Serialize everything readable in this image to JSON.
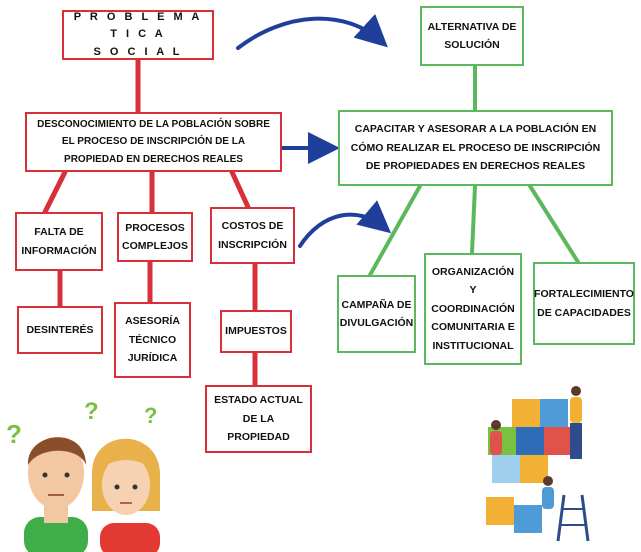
{
  "colors": {
    "problem": "#d8303a",
    "solution": "#5cb85c",
    "arrow": "#1f3f9a"
  },
  "problem": {
    "title_line1": "P R O B L E M A T I C A",
    "title_line2": "S O C I A L",
    "main": "DESCONOCIMIENTO DE LA POBLACIÓN SOBRE EL PROCESO DE INSCRIPCIÓN DE LA PROPIEDAD EN DERECHOS REALES",
    "causes": [
      {
        "label": "FALTA DE INFORMACIÓN",
        "effect": "DESINTERÉS"
      },
      {
        "label": "PROCESOS COMPLEJOS",
        "effect": "ASESORÍA TÉCNICO JURÍDICA"
      },
      {
        "label": "COSTOS DE INSCRIPCIÓN",
        "effect": "IMPUESTOS",
        "effect2": "ESTADO ACTUAL DE LA PROPIEDAD"
      }
    ]
  },
  "solution": {
    "title": "ALTERNATIVA DE SOLUCIÓN",
    "main": "CAPACITAR Y ASESORAR A LA POBLACIÓN EN CÓMO REALIZAR EL PROCESO DE INSCRIPCIÓN DE PROPIEDADES EN DERECHOS REALES",
    "actions": [
      "CAMPAÑA DE DIVULGACIÓN",
      "ORGANIZACIÓN Y COORDINACIÓN COMUNITARIA E INSTITUCIONAL",
      "FORTALECIMIENTO DE CAPACIDADES"
    ]
  },
  "illustrations": [
    "confused-people-illustration",
    "puzzle-teamwork-illustration"
  ]
}
